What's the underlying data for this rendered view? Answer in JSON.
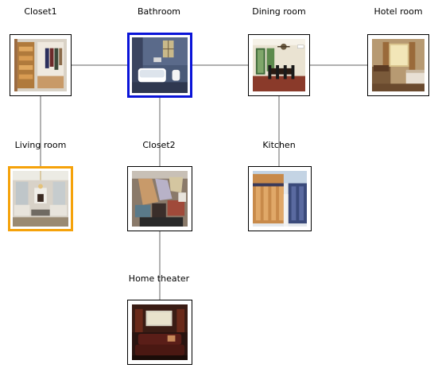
{
  "diagram": {
    "nodes": [
      {
        "id": "closet1",
        "label": "Closet1",
        "image": "closet-photo",
        "highlight": "none"
      },
      {
        "id": "bathroom",
        "label": "Bathroom",
        "image": "bathroom-photo",
        "highlight": "blue"
      },
      {
        "id": "dining-room",
        "label": "Dining room",
        "image": "dining-room-photo",
        "highlight": "none"
      },
      {
        "id": "hotel-room",
        "label": "Hotel room",
        "image": "hotel-room-photo",
        "highlight": "none"
      },
      {
        "id": "living-room",
        "label": "Living room",
        "image": "living-room-photo",
        "highlight": "orange"
      },
      {
        "id": "closet2",
        "label": "Closet2",
        "image": "cluttered-closet-photo",
        "highlight": "none"
      },
      {
        "id": "kitchen",
        "label": "Kitchen",
        "image": "kitchen-photo",
        "highlight": "none"
      },
      {
        "id": "home-theater",
        "label": "Home theater",
        "image": "home-theater-photo",
        "highlight": "none"
      }
    ],
    "edges": [
      [
        "closet1",
        "bathroom"
      ],
      [
        "bathroom",
        "dining-room"
      ],
      [
        "dining-room",
        "hotel-room"
      ],
      [
        "closet1",
        "living-room"
      ],
      [
        "bathroom",
        "closet2"
      ],
      [
        "dining-room",
        "kitchen"
      ],
      [
        "closet2",
        "home-theater"
      ]
    ],
    "colors": {
      "edge": "#808080",
      "highlight_blue": "#0a14d8",
      "highlight_orange": "#f5a20a",
      "border": "#000000"
    }
  }
}
